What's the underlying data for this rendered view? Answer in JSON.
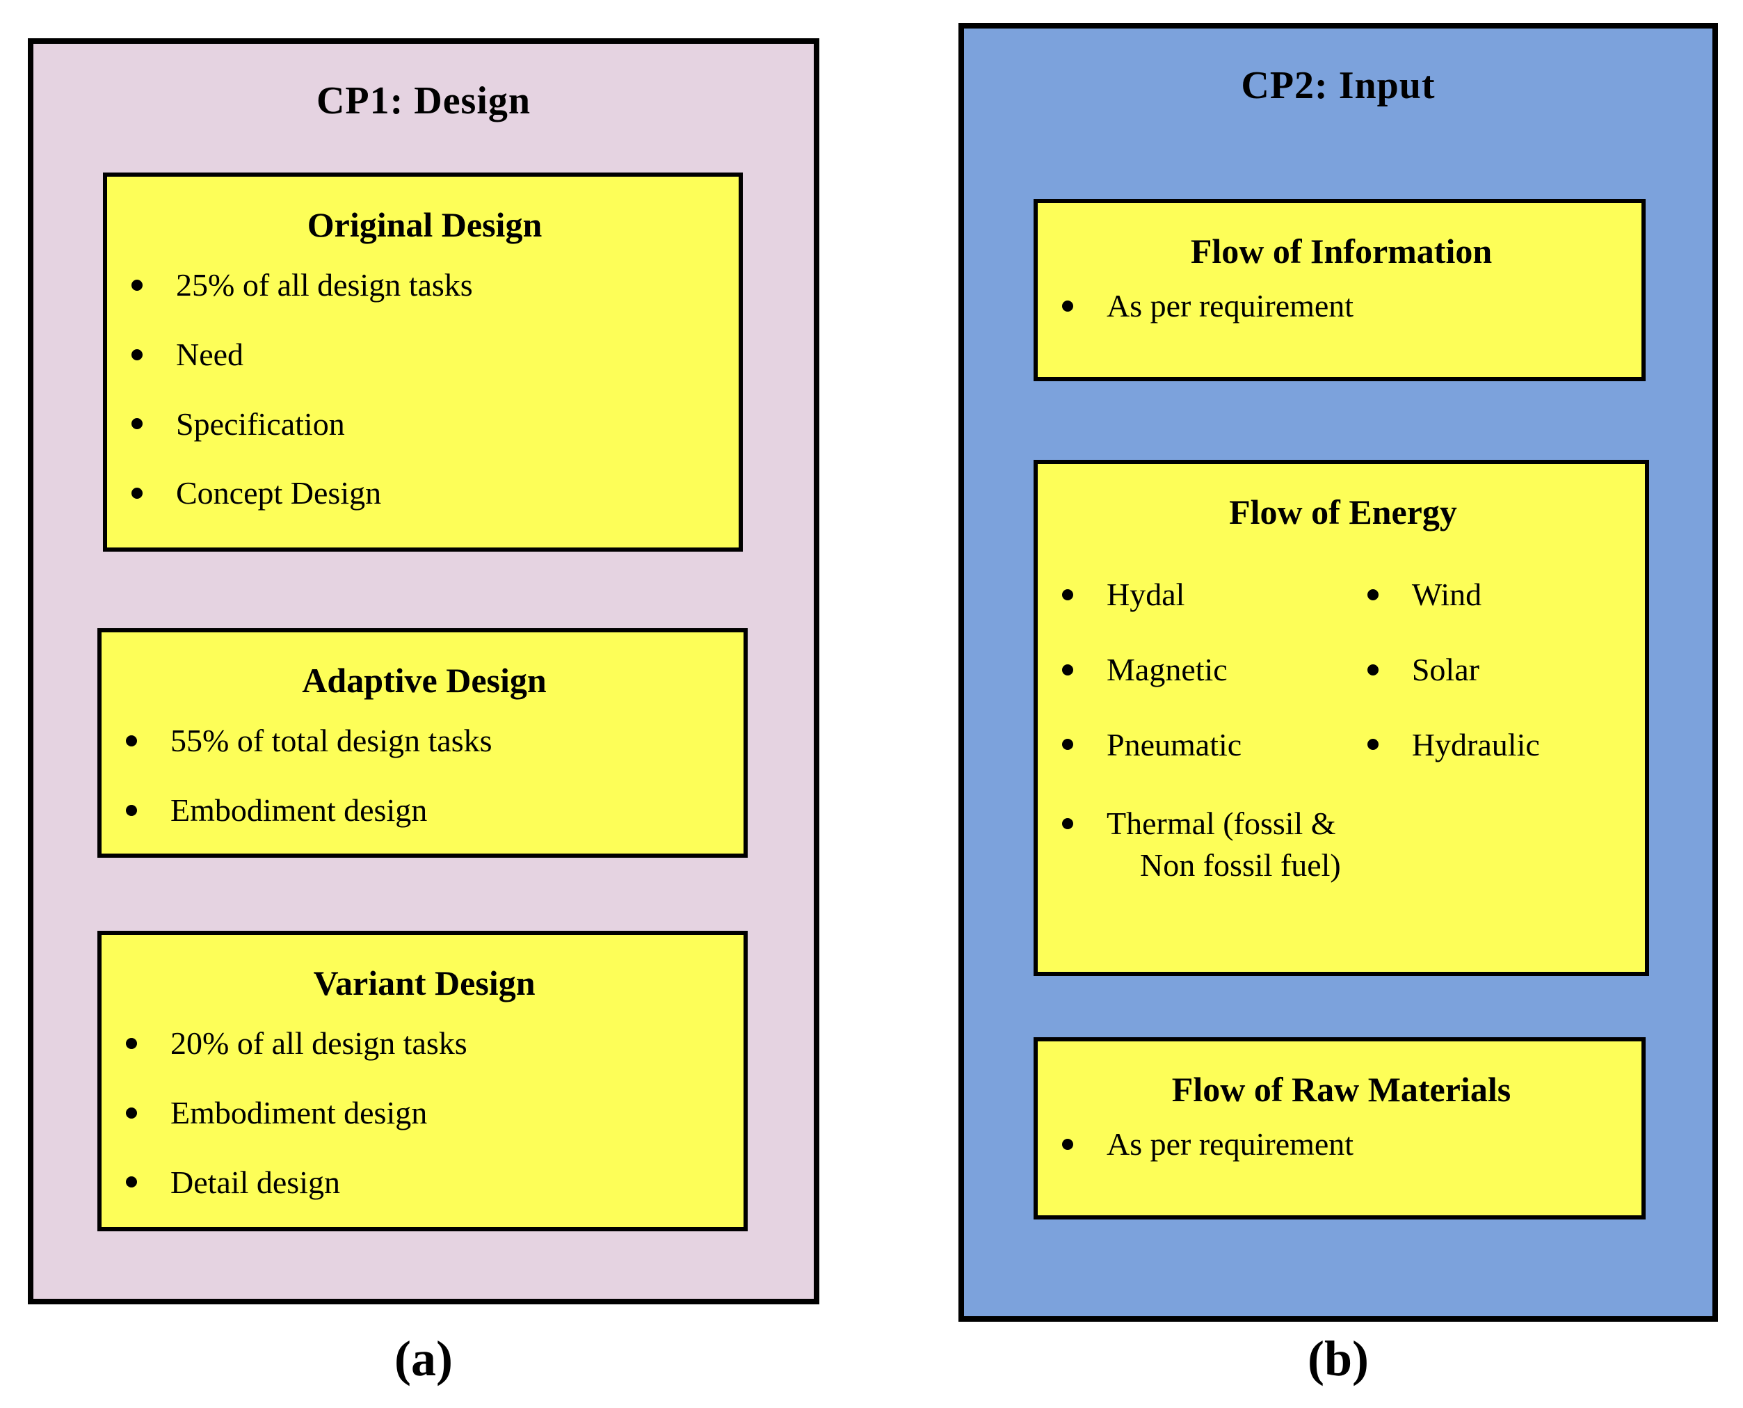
{
  "colors": {
    "panel_a_bg": "#E5D3E1",
    "panel_b_bg": "#7CA2DC",
    "box_bg": "#FDFE58",
    "border_color": "#000000"
  },
  "panel_a": {
    "title": "CP1: Design",
    "caption": "(a)",
    "boxes": {
      "original": {
        "heading": "Original Design",
        "bullets": [
          "25% of all design tasks",
          "Need",
          "Specification",
          "Concept Design"
        ]
      },
      "adaptive": {
        "heading": "Adaptive Design",
        "bullets": [
          "55% of total design tasks",
          "Embodiment design"
        ]
      },
      "variant": {
        "heading": "Variant Design",
        "bullets": [
          "20% of all design tasks",
          "Embodiment design",
          "Detail design"
        ]
      }
    }
  },
  "panel_b": {
    "title": "CP2: Input",
    "caption": "(b)",
    "boxes": {
      "information": {
        "heading": "Flow of Information",
        "bullets": [
          "As per requirement"
        ]
      },
      "energy": {
        "heading": "Flow of Energy",
        "left_column": [
          "Hydal",
          "Magnetic",
          "Pneumatic"
        ],
        "right_column": [
          "Wind",
          "Solar",
          "Hydraulic"
        ],
        "thermal_line1": "Thermal (fossil &",
        "thermal_line2": "Non fossil fuel)"
      },
      "raw_materials": {
        "heading": "Flow of Raw Materials",
        "bullets": [
          "As per requirement"
        ]
      }
    }
  }
}
